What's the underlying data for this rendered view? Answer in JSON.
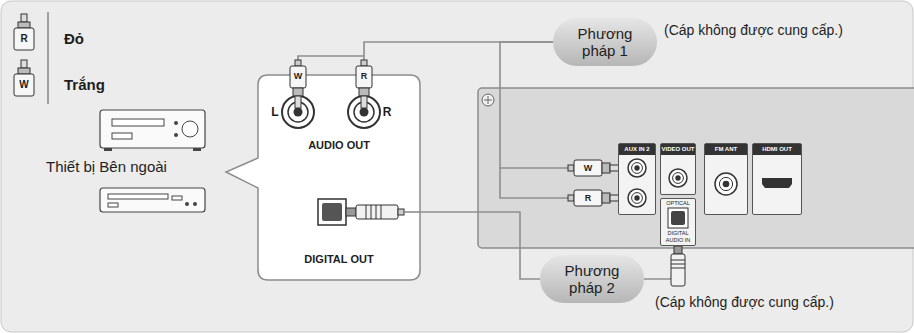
{
  "diagram": {
    "nodes": [
      {
        "text": [
          "L",
          "R",
          "AUDIO OUT",
          "DIGITAL OUT"
        ]
      },
      {
        "text": [
          "Phương pháp 1"
        ]
      },
      {
        "text": [
          "AUX IN 2"
        ]
      },
      {
        "text": [
          "VIDEO OUT"
        ]
      },
      {
        "text": [
          "OPTICAL",
          "DIGITAL AUDIO IN"
        ]
      },
      {
        "text": [
          "FM ANT"
        ]
      },
      {
        "text": [
          "HDMI OUT"
        ]
      },
      {
        "text": [
          "Phương pháp 2"
        ]
      }
    ],
    "edges": [
      {
        "from": 0,
        "to": 1,
        "arrow": "none"
      },
      {
        "from": 1,
        "to": 2,
        "arrow": "none"
      },
      {
        "from": 0,
        "to": 7,
        "arrow": "none"
      },
      {
        "from": 7,
        "to": 4,
        "arrow": "none"
      }
    ],
    "labels": [
      "R",
      "W",
      "(Cáp không được cung cấp.)",
      "W",
      "R",
      "Thiết bị Bên ngoài",
      "W",
      "R",
      "(Cáp không được cung cấp.)"
    ],
    "legend": [
      {
        "text": "Đỏ"
      },
      {
        "text": "Trắng"
      }
    ]
  }
}
